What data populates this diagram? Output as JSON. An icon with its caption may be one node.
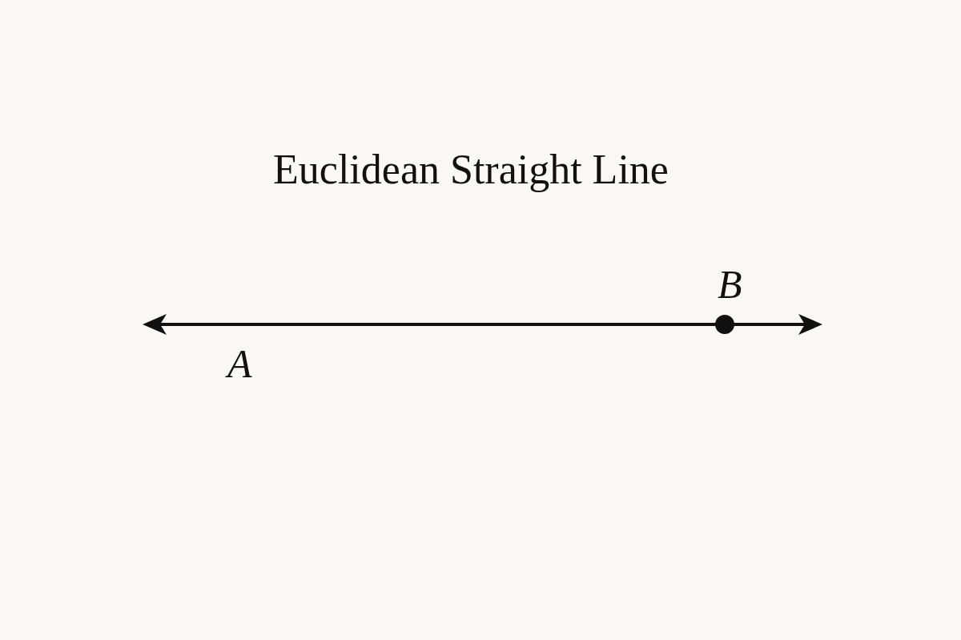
{
  "diagram": {
    "title": "Euclidean Straight Line",
    "labels": [
      "B",
      "A"
    ]
  }
}
